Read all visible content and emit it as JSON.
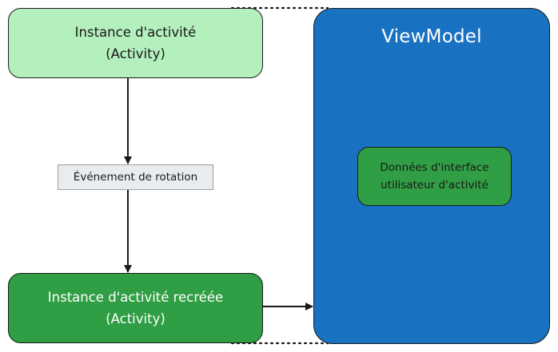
{
  "diagram": {
    "nodes": {
      "activity_instance": {
        "line1": "Instance d'activité",
        "line2": "(Activity)"
      },
      "rotation_event": {
        "label": "Événement de rotation"
      },
      "recreated_instance": {
        "line1": "Instance d'activité recréée",
        "line2": "(Activity)"
      },
      "viewmodel": {
        "title": "ViewModel"
      },
      "ui_data": {
        "line1": "Données d'interface",
        "line2": "utilisateur d'activité"
      }
    },
    "edges": [
      {
        "from": "activity_instance",
        "to": "rotation_event",
        "style": "solid-arrow"
      },
      {
        "from": "rotation_event",
        "to": "recreated_instance",
        "style": "solid-arrow"
      },
      {
        "from": "recreated_instance",
        "to": "viewmodel",
        "style": "solid-arrow"
      },
      {
        "from": "activity_instance",
        "to": "viewmodel",
        "style": "dotted"
      },
      {
        "from": "recreated_instance",
        "to": "viewmodel",
        "style": "dotted"
      }
    ],
    "colors": {
      "activity_fill": "#b4f0bd",
      "recreated_fill": "#2f9e44",
      "viewmodel_fill": "#1971c2",
      "ui_data_fill": "#2f9e44",
      "rotation_fill": "#e9ecef",
      "stroke": "#1a1a1a"
    }
  }
}
